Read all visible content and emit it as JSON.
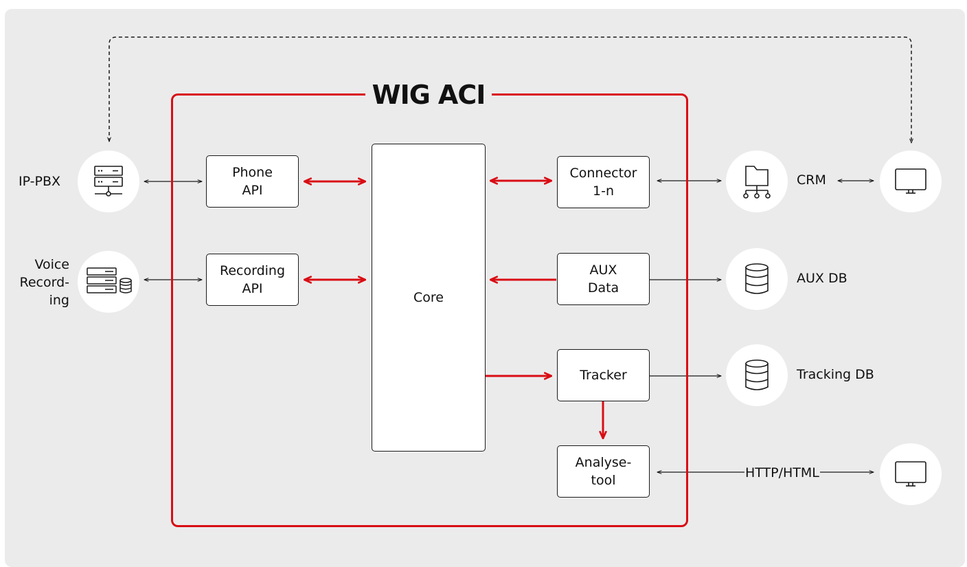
{
  "brand": {
    "mark": "WIG",
    "name": "ACI"
  },
  "core": {
    "label": "Core"
  },
  "modules": {
    "phone_api": {
      "line1": "Phone",
      "line2": "API"
    },
    "recording_api": {
      "line1": "Recording",
      "line2": "API"
    },
    "connector": {
      "line1": "Connector",
      "line2": "1-n"
    },
    "aux_data": {
      "line1": "AUX",
      "line2": "Data"
    },
    "tracker": {
      "line1": "Tracker"
    },
    "analysetool": {
      "line1": "Analyse-",
      "line2": "tool"
    }
  },
  "external": {
    "ip_pbx": "IP-PBX",
    "voice_recording": {
      "line1": "Voice",
      "line2": "Record-",
      "line3": "ing"
    },
    "crm": "CRM",
    "aux_db": "AUX DB",
    "tracking_db": "Tracking DB",
    "http_html": "HTTP/HTML"
  },
  "icons": {
    "ip_pbx": "server-rack-icon",
    "voice_recording": "server-database-icon",
    "crm": "folder-network-icon",
    "aux_db": "database-icon",
    "tracking_db": "database-icon",
    "crm_client": "monitor-icon",
    "web_client": "monitor-icon"
  },
  "colors": {
    "accent": "#d90d14",
    "background": "#ebebeb",
    "box": "#ffffff",
    "line": "#1a1a1a"
  }
}
